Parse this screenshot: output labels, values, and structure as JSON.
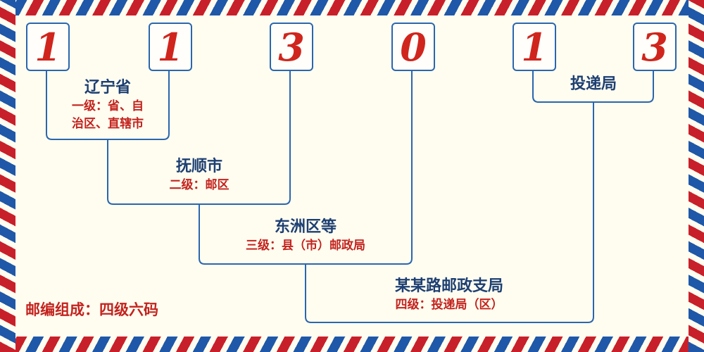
{
  "postal_code": "113013",
  "digits": [
    "1",
    "1",
    "3",
    "0",
    "1",
    "3"
  ],
  "labels": {
    "province": {
      "title": "辽宁省",
      "desc_line1": "一级：省、自",
      "desc_line2": "治区、直辖市"
    },
    "city": {
      "title": "抚顺市",
      "desc": "二级：邮区"
    },
    "county": {
      "title": "东洲区等",
      "desc": "三级：县（市）邮政局"
    },
    "branch": {
      "title": "某某路邮政支局",
      "desc": "四级：投递局（区）"
    },
    "delivery": {
      "title": "投递局"
    }
  },
  "footer_note": "邮编组成：四级六码",
  "colors": {
    "line_blue": "#2a66ae",
    "digit_red": "#d0251c",
    "text_red": "#c3231e",
    "title_navy": "#1d3f72",
    "background": "#fffdf0"
  }
}
